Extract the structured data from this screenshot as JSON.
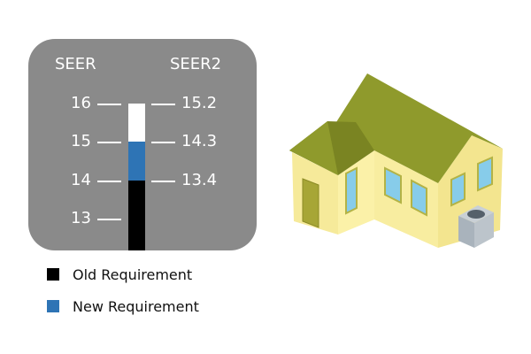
{
  "gauge": {
    "left_header": "SEER",
    "right_header": "SEER2",
    "left_ticks": [
      "16",
      "15",
      "14",
      "13"
    ],
    "right_ticks": [
      "15.2",
      "14.3",
      "13.4"
    ],
    "old_requirement_seer": 14,
    "new_requirement_seer": 15,
    "colors": {
      "panel": "#8a8a8a",
      "old": "#000000",
      "new": "#2e74b5",
      "empty": "#ffffff"
    }
  },
  "legend": [
    {
      "label": "Old Requirement",
      "color": "#000000"
    },
    {
      "label": "New Requirement",
      "color": "#2e74b5"
    }
  ]
}
